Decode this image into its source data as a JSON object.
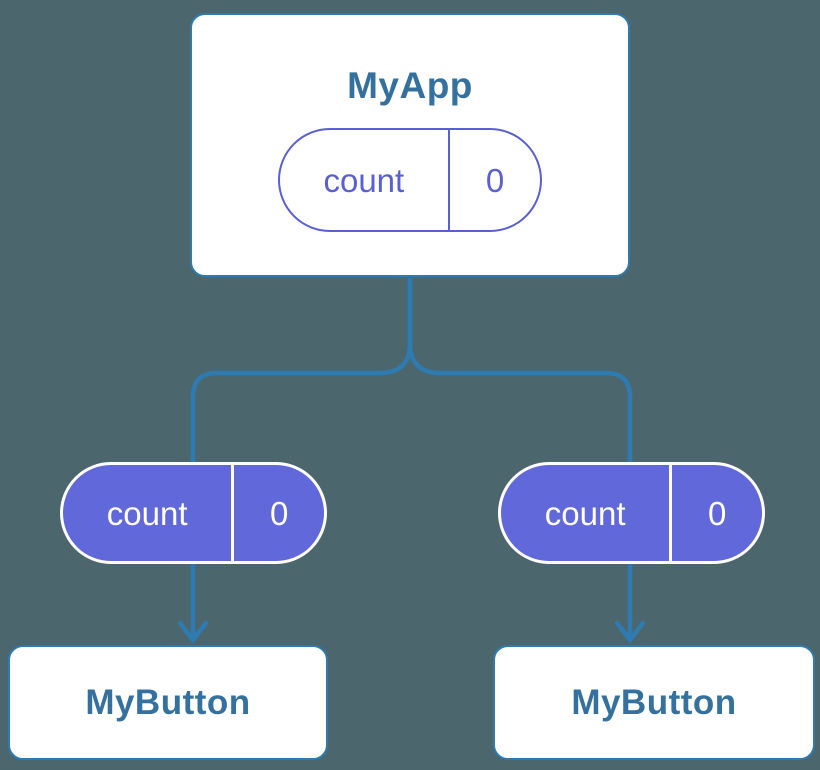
{
  "diagram": {
    "type": "component-tree",
    "colors": {
      "background": "#4C666E",
      "edge_line": "#2E7BB1",
      "node_border": "#2E7BB1",
      "node_background": "#FFFFFF",
      "node_text": "#35719F",
      "state_pill_outline": "#5A5FD6",
      "state_pill_text": "#5A5FD6",
      "prop_pill_fill": "#6168D9",
      "prop_pill_text": "#FFFFFF"
    },
    "root": {
      "title": "MyApp",
      "state": {
        "name": "count",
        "value": "0"
      }
    },
    "children": [
      {
        "title": "MyButton",
        "prop": {
          "name": "count",
          "value": "0"
        }
      },
      {
        "title": "MyButton",
        "prop": {
          "name": "count",
          "value": "0"
        }
      }
    ]
  }
}
